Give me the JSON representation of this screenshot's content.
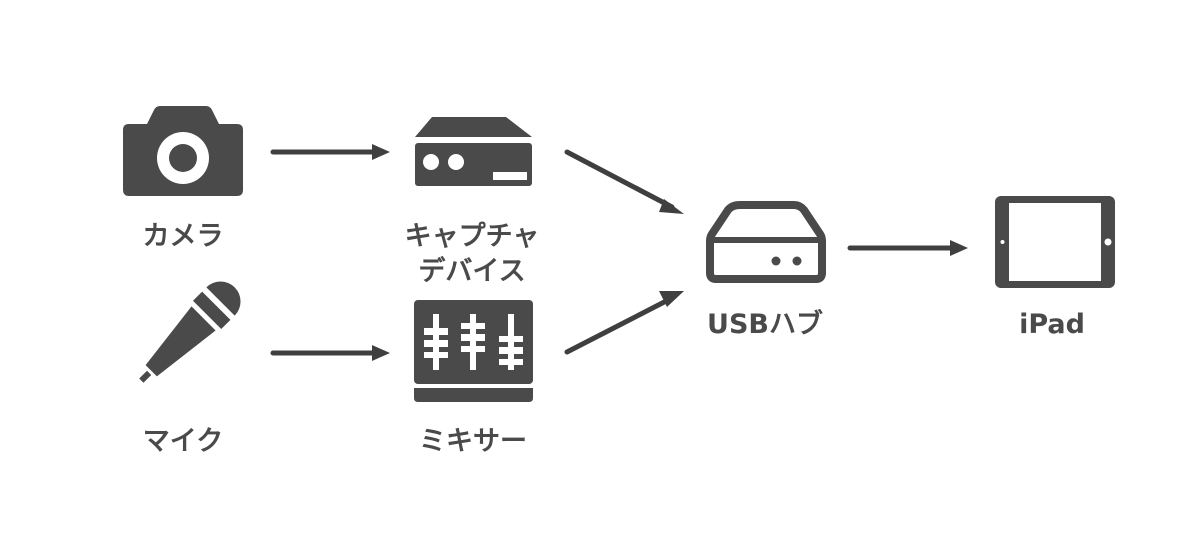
{
  "diagram": {
    "title": "",
    "colors": {
      "icon": "#4a4a4a",
      "arrow": "#3f3f3f",
      "background": "#ffffff"
    },
    "nodes": [
      {
        "id": "camera",
        "icon": "camera-icon",
        "label_lines": [
          "カメラ"
        ]
      },
      {
        "id": "capture-device",
        "icon": "capture-device-icon",
        "label_lines": [
          "キャプチャ",
          "デバイス"
        ]
      },
      {
        "id": "microphone",
        "icon": "microphone-icon",
        "label_lines": [
          "マイク"
        ]
      },
      {
        "id": "mixer",
        "icon": "mixer-icon",
        "label_lines": [
          "ミキサー"
        ]
      },
      {
        "id": "usb-hub",
        "icon": "usb-hub-icon",
        "label_lines": [
          "USBハブ"
        ]
      },
      {
        "id": "ipad",
        "icon": "ipad-icon",
        "label_lines": [
          "iPad"
        ]
      }
    ],
    "edges": [
      {
        "from": "camera",
        "to": "capture-device"
      },
      {
        "from": "microphone",
        "to": "mixer"
      },
      {
        "from": "capture-device",
        "to": "usb-hub"
      },
      {
        "from": "mixer",
        "to": "usb-hub"
      },
      {
        "from": "usb-hub",
        "to": "ipad"
      }
    ]
  }
}
